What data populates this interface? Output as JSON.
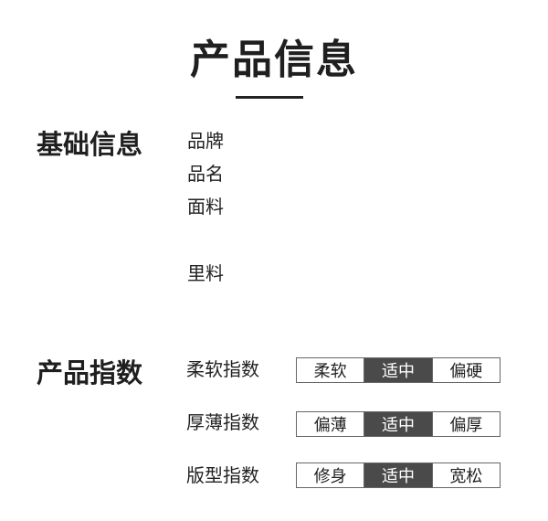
{
  "title": "产品信息",
  "basic_info": {
    "heading": "基础信息",
    "fields": [
      "品牌",
      "品名",
      "面料",
      "里料"
    ]
  },
  "product_index": {
    "heading": "产品指数",
    "rows": [
      {
        "label": "柔软指数",
        "options": [
          "柔软",
          "适中",
          "偏硬"
        ],
        "selected": "适中"
      },
      {
        "label": "厚薄指数",
        "options": [
          "偏薄",
          "适中",
          "偏厚"
        ],
        "selected": "适中"
      },
      {
        "label": "版型指数",
        "options": [
          "修身",
          "适中",
          "宽松"
        ],
        "selected": "适中"
      }
    ]
  },
  "colors": {
    "active_bg": "#4a4a4a",
    "active_text": "#ffffff",
    "border": "#666666"
  }
}
